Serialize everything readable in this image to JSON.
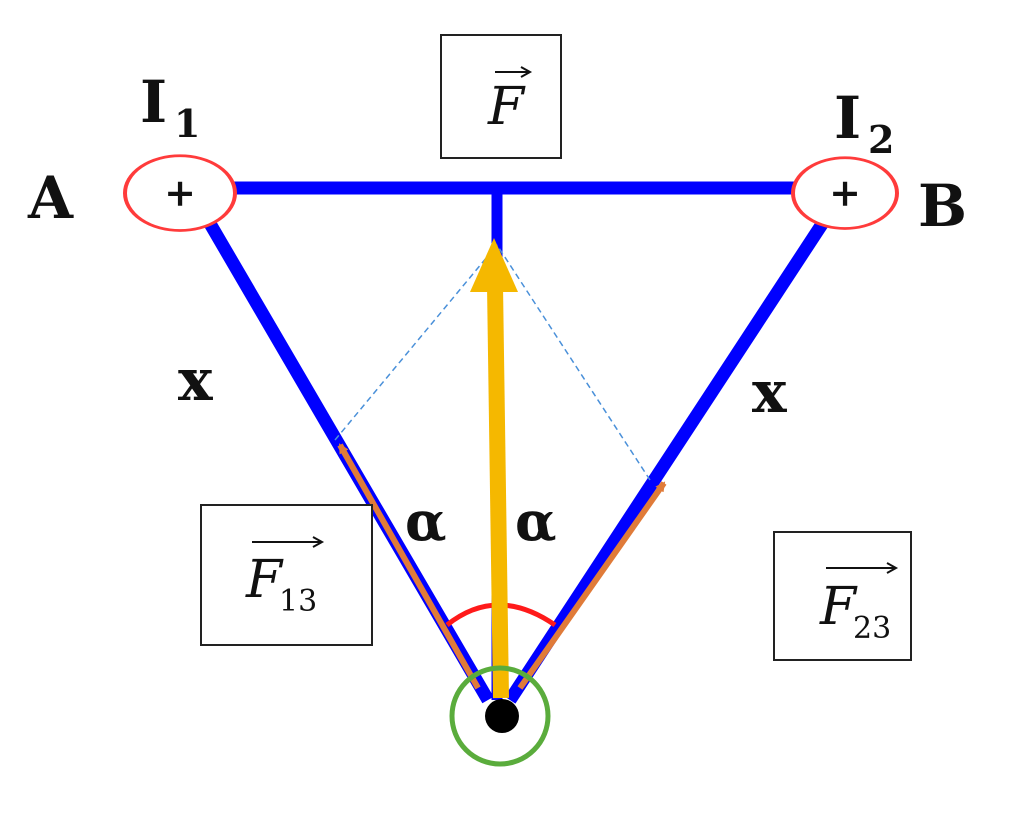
{
  "labels": {
    "current_1": "I",
    "current_1_sub": "1",
    "current_2": "I",
    "current_2_sub": "2",
    "point_a": "A",
    "point_b": "B",
    "distance_left": "x",
    "distance_right": "x",
    "angle_left": "α",
    "angle_right": "α",
    "current_symbol": "+"
  },
  "vectors": {
    "resultant": {
      "letter": "F",
      "sub": ""
    },
    "force_13": {
      "letter": "F",
      "sub": "13"
    },
    "force_23": {
      "letter": "F",
      "sub": "23"
    }
  },
  "colors": {
    "wire": "#0000ff",
    "resultant": "#f5b800",
    "component": "#e07b39",
    "angle_arc": "#ff1a1a",
    "current_circle": "#ff3b3b",
    "point_circle": "#5aac3c",
    "construction": "#4a90d9"
  }
}
